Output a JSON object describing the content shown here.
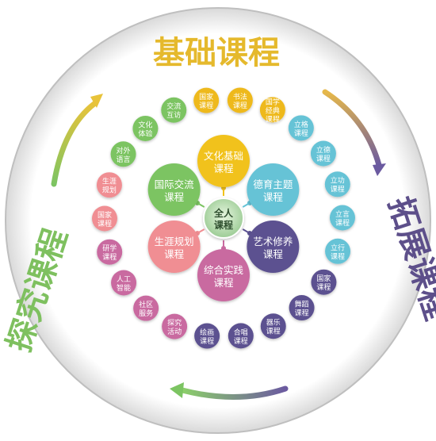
{
  "titles": {
    "top": "基础课程",
    "right": "拓展课程",
    "left": "探究课程"
  },
  "colors": {
    "top": "#e5b92c",
    "right": "#5d4f8a",
    "left": "#7ec05f",
    "center": "#a6d9a1"
  },
  "center": {
    "label": "全人课程"
  },
  "mid_courses": [
    {
      "name": "mid-culture",
      "label": "文化基础课程",
      "color": "#f1c21b"
    },
    {
      "name": "mid-moral",
      "label": "德育主题课程",
      "color": "#66c3d6"
    },
    {
      "name": "mid-art",
      "label": "艺术修养课程",
      "color": "#5b5190"
    },
    {
      "name": "mid-practice",
      "label": "综合实践课程",
      "color": "#c96aa0"
    },
    {
      "name": "mid-career",
      "label": "生涯规划课程",
      "color": "#f08e93"
    },
    {
      "name": "mid-intl",
      "label": "国际交流课程",
      "color": "#7cc462"
    }
  ],
  "ring_courses": [
    {
      "label": "书法课程",
      "color": "#eeb91b"
    },
    {
      "label": "国学经典课程",
      "color": "#eeb91b"
    },
    {
      "label": "立格课程",
      "color": "#66c3d6"
    },
    {
      "label": "立德课程",
      "color": "#66c3d6"
    },
    {
      "label": "立功课程",
      "color": "#66c3d6"
    },
    {
      "label": "立言课程",
      "color": "#66c3d6"
    },
    {
      "label": "立行课程",
      "color": "#66c3d6"
    },
    {
      "label": "国家课程",
      "color": "#5b5190"
    },
    {
      "label": "舞蹈课程",
      "color": "#5b5190"
    },
    {
      "label": "器乐课程",
      "color": "#5b5190"
    },
    {
      "label": "合唱课程",
      "color": "#5b5190"
    },
    {
      "label": "绘画课程",
      "color": "#5b5190"
    },
    {
      "label": "探究活动",
      "color": "#c96aa0"
    },
    {
      "label": "社区服务",
      "color": "#c96aa0"
    },
    {
      "label": "人工智能",
      "color": "#c96aa0"
    },
    {
      "label": "研学课程",
      "color": "#c96aa0"
    },
    {
      "label": "国家课程",
      "color": "#f08e93"
    },
    {
      "label": "生涯规划",
      "color": "#f08e93"
    },
    {
      "label": "对外语言",
      "color": "#7cc462"
    },
    {
      "label": "文化体验",
      "color": "#7cc462"
    },
    {
      "label": "交流互访",
      "color": "#7cc462"
    },
    {
      "label": "国家课程",
      "color": "#eeb91b"
    }
  ]
}
